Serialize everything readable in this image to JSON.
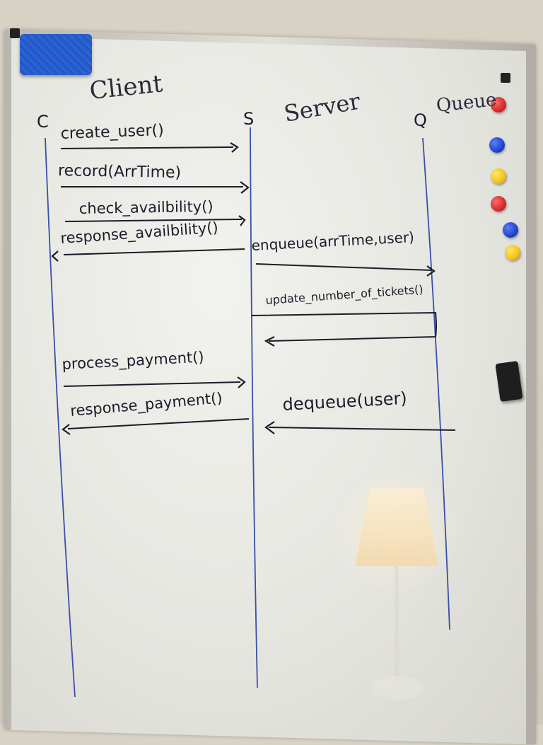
{
  "participants": {
    "client": {
      "name": "Client",
      "abbr": "C"
    },
    "server": {
      "name": "Server",
      "abbr": "S"
    },
    "queue": {
      "name": "Queue",
      "abbr": "Q"
    }
  },
  "messages": {
    "create_user": "create_user()",
    "record": "record(ArrTime)",
    "check_availability": "check_availbility()",
    "response_availability": "response_availbility()",
    "enqueue": "enqueue(arrTime,user)",
    "update_tickets": "update_number_of_tickets()",
    "process_payment": "process_payment()",
    "response_payment": "response_payment()",
    "dequeue": "dequeue(user)"
  },
  "colors": {
    "marker_black": "#1c1c2a",
    "marker_blue": "#3a4fa8",
    "magnet_red": "#d42a2a",
    "magnet_blue": "#1f45c8",
    "magnet_yellow": "#f2c21a",
    "eraser_blue": "#2b63d6"
  }
}
